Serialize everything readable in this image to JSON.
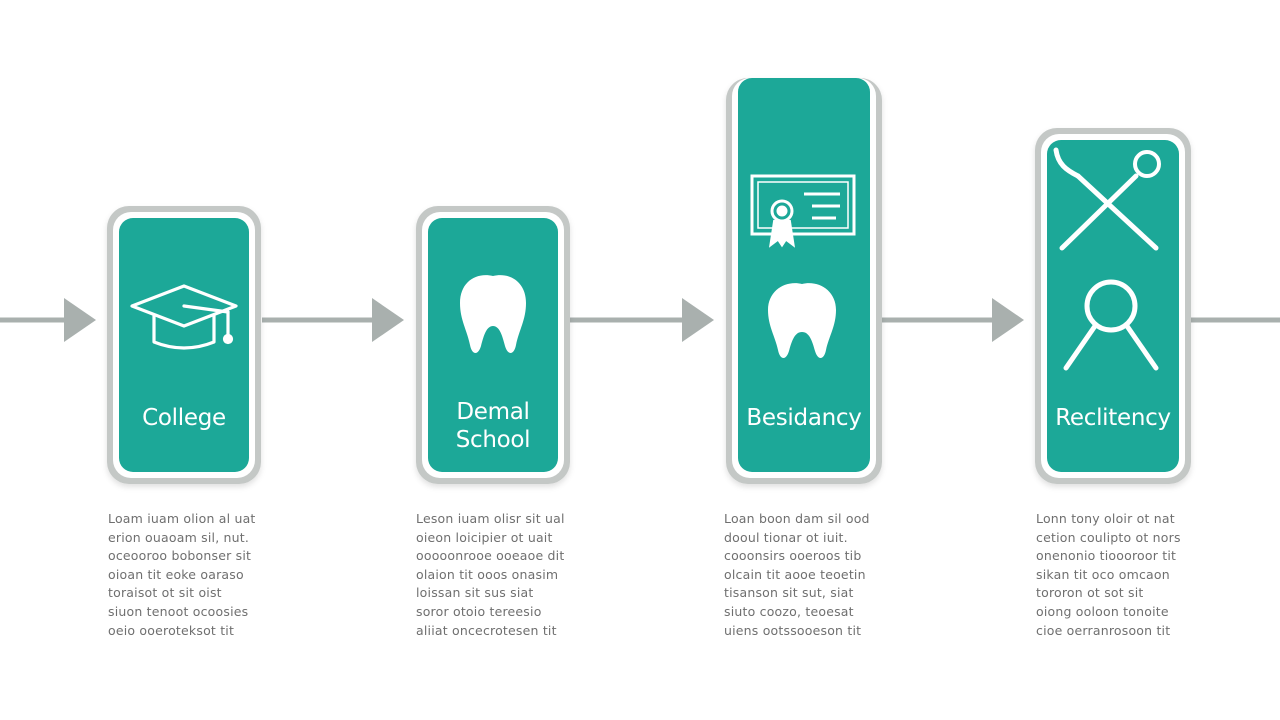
{
  "colors": {
    "teal": "#1fa898",
    "frame": "#c4c8c6",
    "arrow": "#a9b0ae",
    "text": "#6f6f6f"
  },
  "steps": [
    {
      "label": "College",
      "icon": "graduation-cap-icon",
      "caption": "Loam iuam olion al uat\nerion ouaoam sil, nut.\noceooroo bobonser sit\noioan tit eoke oaraso\ntoraisot ot sit oist\nsiuon tenoot ocoosies\noeio ooeroteksot tit"
    },
    {
      "label": "Demal\nSchool",
      "icon": "tooth-icon",
      "caption": "Leson iuam olisr sit ual\noieon loicipier ot uait\nooooonrooe ooeaoe dit\nolaion tit ooos onasim\nloissan sit sus siat\nsoror otoio tereesio\naliiat oncecrotesen tit"
    },
    {
      "label": "Besidancy",
      "icon": "certificate-icon",
      "icon2": "tooth-icon",
      "caption": "Loan boon dam sil ood\ndooul tionar ot iuit.\ncooonsirs ooeroos tib\nolcain tit aooe teoetin\ntisanson sit sut, siat\nsiuto coozo, teoesat\nuiens ootssooeson tit"
    },
    {
      "label": "Reclitency",
      "icon": "dental-instruments-icon",
      "icon2": "dental-mirror-icon",
      "caption": "Lonn tony oloir ot nat\ncetion coulipto ot nors\nonenonio tioooroor tit\nsikan tit oco omcaon\ntororon ot sot sit\noiong ooloon tonoite\ncioe oerranrosoon tit"
    }
  ]
}
